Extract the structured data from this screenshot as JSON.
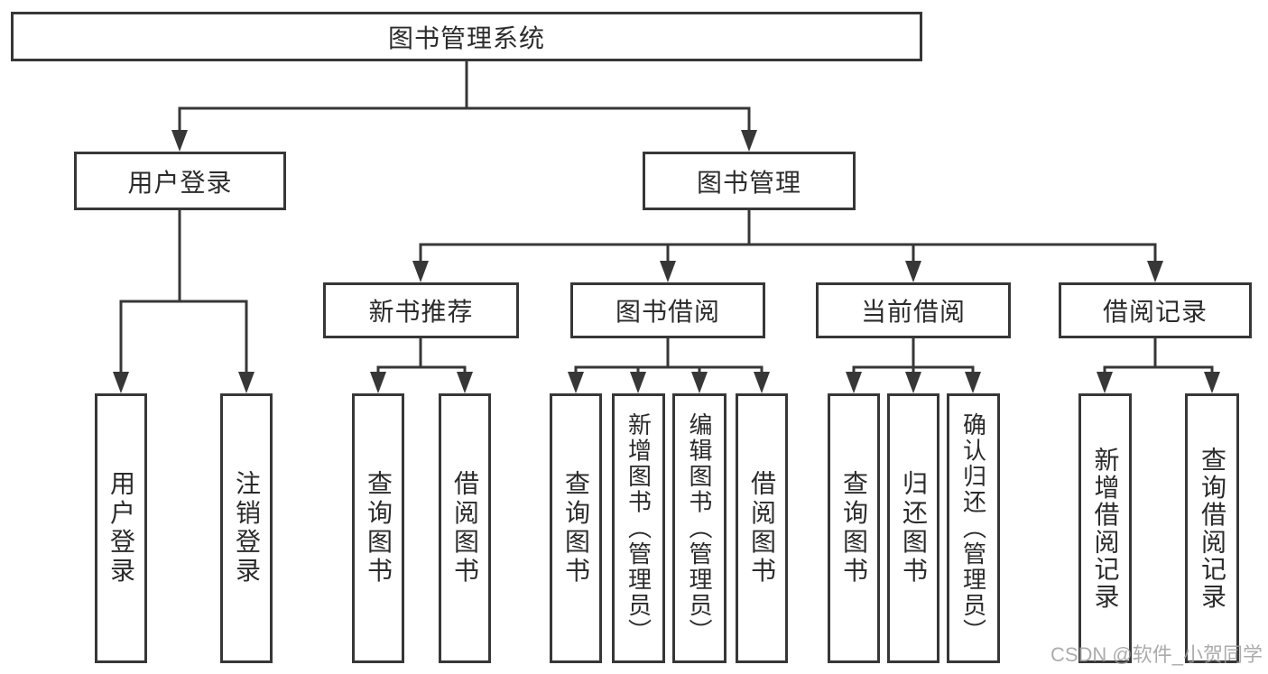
{
  "diagram": {
    "title": "图书管理系统",
    "tree": {
      "label": "图书管理系统",
      "children": [
        {
          "label": "用户登录",
          "children": [
            {
              "label": "用户登录"
            },
            {
              "label": "注销登录"
            }
          ]
        },
        {
          "label": "图书管理",
          "children": [
            {
              "label": "新书推荐",
              "children": [
                {
                  "label": "查询图书"
                },
                {
                  "label": "借阅图书"
                }
              ]
            },
            {
              "label": "图书借阅",
              "children": [
                {
                  "label": "查询图书"
                },
                {
                  "label": "新增图书（管理员）"
                },
                {
                  "label": "编辑图书（管理员）"
                },
                {
                  "label": "借阅图书"
                }
              ]
            },
            {
              "label": "当前借阅",
              "children": [
                {
                  "label": "查询图书"
                },
                {
                  "label": "归还图书"
                },
                {
                  "label": "确认归还（管理员）"
                }
              ]
            },
            {
              "label": "借阅记录",
              "children": [
                {
                  "label": "新增借阅记录"
                },
                {
                  "label": "查询借阅记录"
                }
              ]
            }
          ]
        }
      ]
    }
  },
  "watermark": "CSDN @软件_小贺同学",
  "colors": {
    "line": "#373737",
    "box_border": "#373737",
    "text": "#2b2b2b",
    "watermark": "#9e9e9e",
    "background": "#ffffff"
  }
}
